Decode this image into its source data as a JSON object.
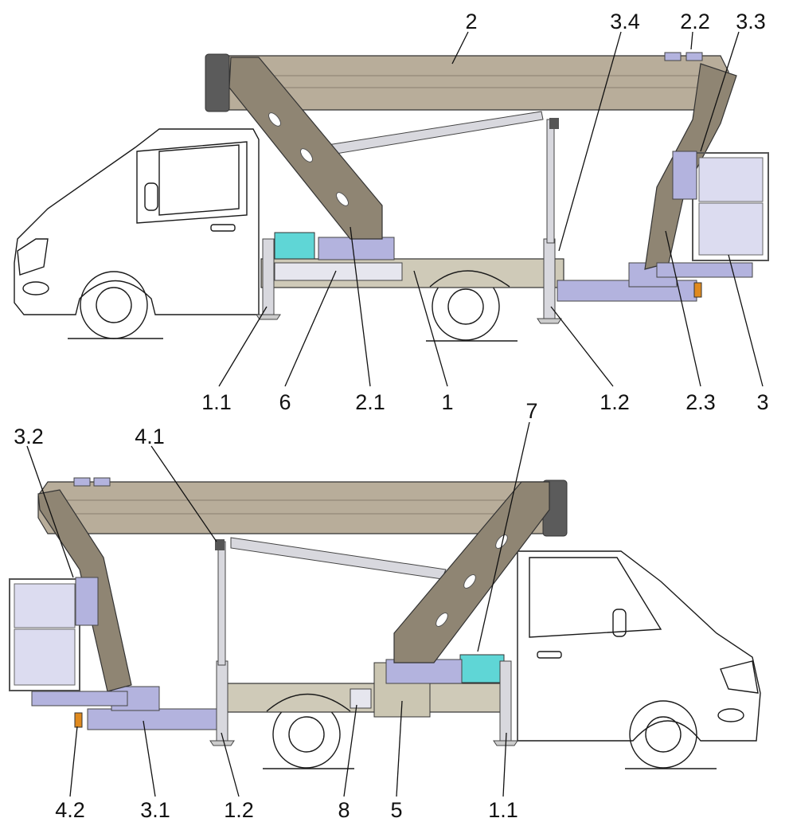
{
  "figure": {
    "top_view_labels": [
      "2",
      "3.4",
      "2.2",
      "3.3",
      "1.1",
      "6",
      "2.1",
      "1",
      "1.2",
      "2.3",
      "3"
    ],
    "bottom_view_labels": [
      "3.2",
      "4.1",
      "7",
      "4.2",
      "3.1",
      "1.2",
      "8",
      "5",
      "1.1"
    ]
  },
  "colors": {
    "boom": "#b8ad9a",
    "platform": "#b3b3de",
    "chassis": "#cfcab8",
    "tank": "#5fd6d6",
    "beacon": "#e08a1e"
  }
}
